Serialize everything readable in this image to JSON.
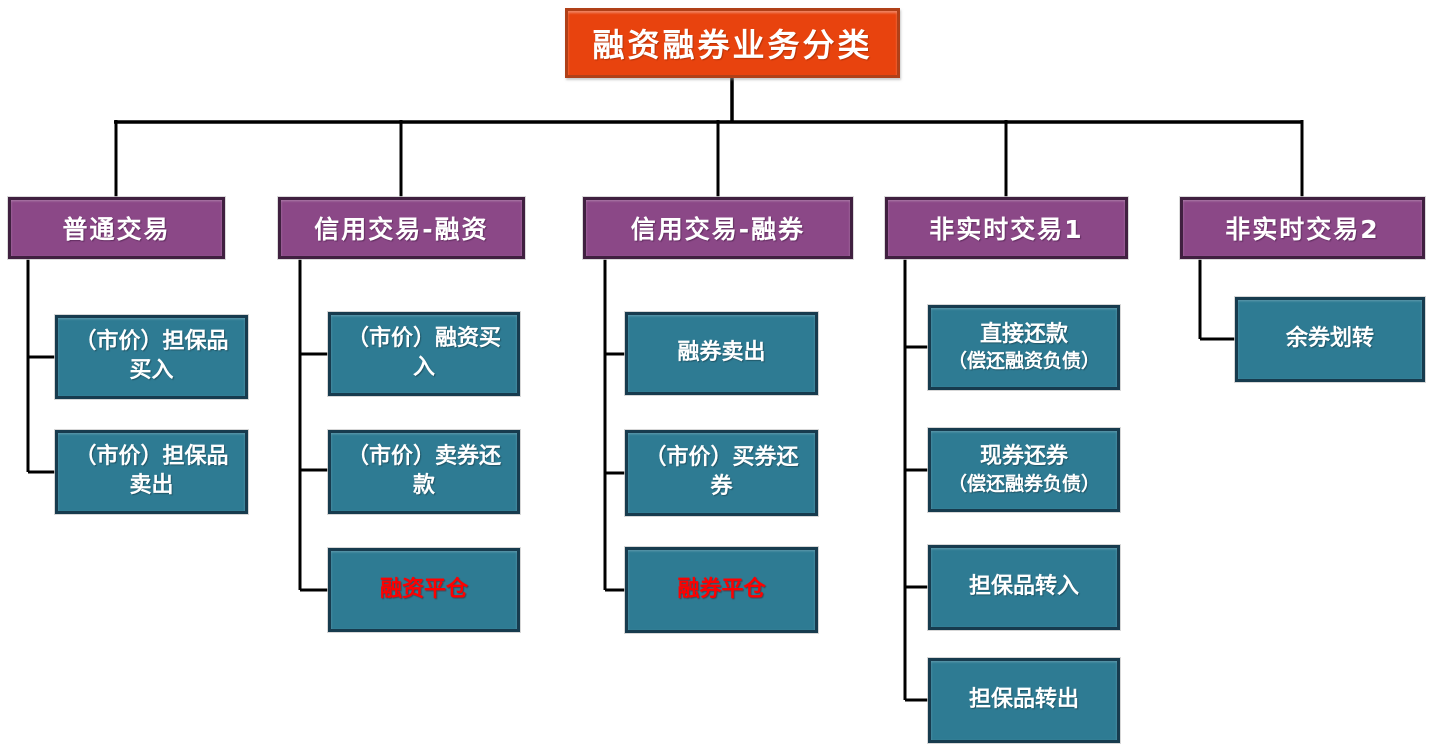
{
  "title": "融资融券业务分类",
  "colors": {
    "root_fill": "#E8430E",
    "root_border": "#B04018",
    "branch_fill": "#8B4887",
    "branch_border": "#402040",
    "leaf_fill": "#2E7B93",
    "leaf_border": "#173B4E",
    "text": "#FFFFFF",
    "highlight": "#FF0000",
    "line": "#000000"
  },
  "chart_root": {
    "label": "融资融券业务分类"
  },
  "branches": [
    {
      "label": "普通交易",
      "children": [
        {
          "label": "（市价）担保品买入"
        },
        {
          "label": "（市价）担保品卖出"
        }
      ]
    },
    {
      "label": "信用交易-融资",
      "children": [
        {
          "label": "（市价）融资买入"
        },
        {
          "label": "（市价）卖券还款"
        },
        {
          "label": "融资平仓",
          "highlight": true
        }
      ]
    },
    {
      "label": "信用交易-融券",
      "children": [
        {
          "label": "融券卖出"
        },
        {
          "label": "（市价）买券还券"
        },
        {
          "label": "融券平仓",
          "highlight": true
        }
      ]
    },
    {
      "label": "非实时交易1",
      "children": [
        {
          "label": "直接还款",
          "sub": "（偿还融资负债）"
        },
        {
          "label": "现券还券",
          "sub": "（偿还融券负债）"
        },
        {
          "label": "担保品转入"
        },
        {
          "label": "担保品转出"
        }
      ]
    },
    {
      "label": "非实时交易2",
      "children": [
        {
          "label": "余券划转"
        }
      ]
    }
  ]
}
